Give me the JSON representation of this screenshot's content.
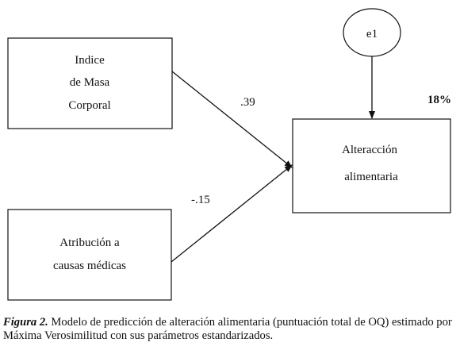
{
  "nodes": {
    "imc": {
      "lines": [
        "Indice",
        "de Masa",
        "Corporal"
      ]
    },
    "atrib": {
      "lines": [
        "Atribución a",
        "causas médicas"
      ]
    },
    "alter": {
      "lines": [
        "Alteracción",
        "alimentaria"
      ]
    },
    "error": {
      "label": "e1"
    }
  },
  "paths": {
    "imc_to_alter": ".39",
    "atrib_to_alter": "-.15"
  },
  "r_squared": "18%",
  "caption": {
    "label": "Figura 2.",
    "text": " Modelo de predicción de alteración alimentaria (puntuación total de OQ) estimado por Máxima Verosimilitud con sus parámetros estandarizados."
  }
}
